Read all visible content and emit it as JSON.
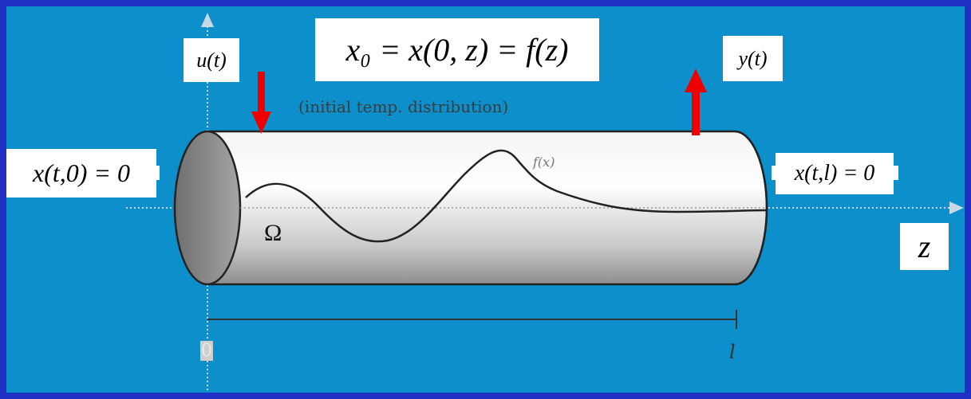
{
  "labels": {
    "input": "u(t)",
    "initial_condition": "x₀ = x(0, z) = f(z)",
    "output": "y(t)",
    "left_boundary": "x(t,0) = 0",
    "right_boundary": "x(t,l) = 0",
    "axis": "z",
    "domain": "Ω",
    "caption": "(initial temp. distribution)",
    "curve": "f(x)",
    "origin": "0",
    "length": "l"
  },
  "colors": {
    "slide_border": "#1f2fc4",
    "panel": "#0d8fcb",
    "arrow": "#ee0000"
  }
}
